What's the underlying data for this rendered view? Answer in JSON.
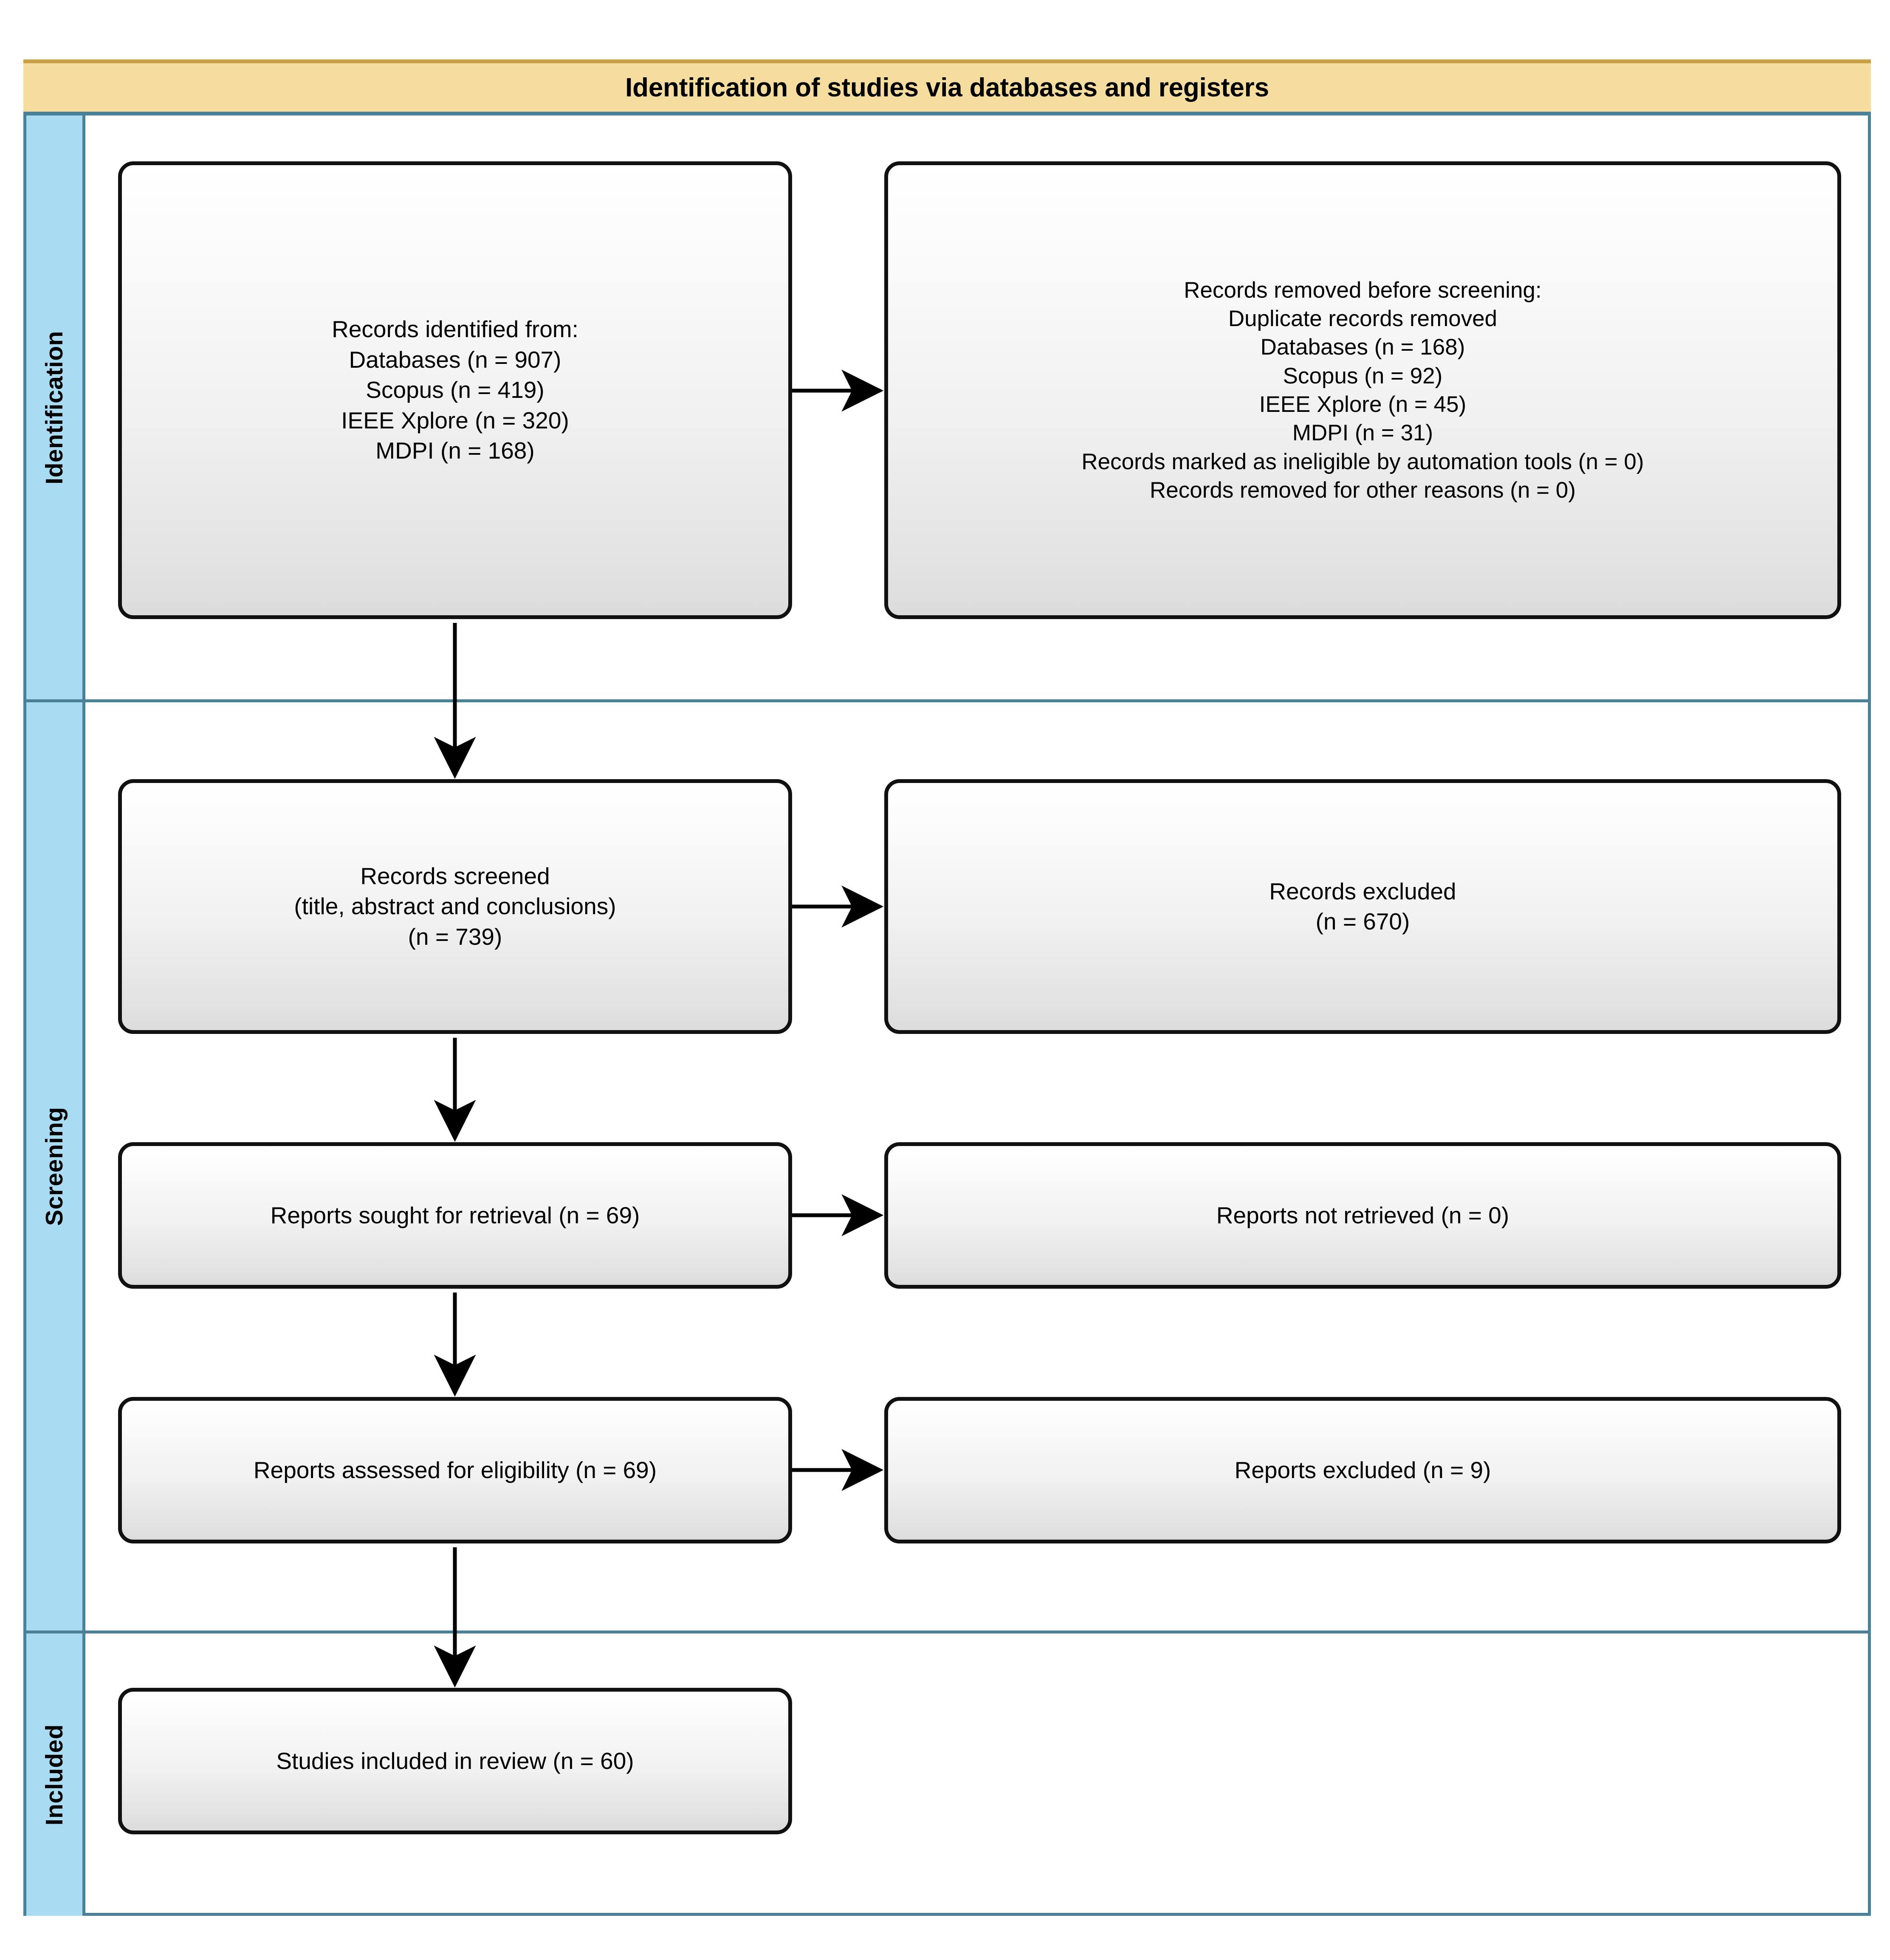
{
  "banner": {
    "title": "Identification of studies via databases and registers"
  },
  "stages": [
    {
      "id": "identification",
      "label": "Identification"
    },
    {
      "id": "screening",
      "label": "Screening"
    },
    {
      "id": "included",
      "label": "Included"
    }
  ],
  "colors": {
    "banner_fill": "#f5dd9f",
    "banner_top_border": "#c8a147",
    "frame_border": "#4a8098",
    "stage_fill": "#a9dcf2",
    "box_border": "#111111",
    "box_fill_top": "#ffffff",
    "box_fill_bottom": "#dcdcdc",
    "arrow": "#000000",
    "text": "#000000"
  },
  "boxes": {
    "identified": {
      "name": "Records identified from",
      "lines": [
        "Records identified from:",
        "Databases (n = 907)",
        "Scopus (n = 419)",
        "IEEE Xplore (n = 320)",
        "MDPI (n = 168)"
      ]
    },
    "removed": {
      "name": "Records removed before screening",
      "lines": [
        "Records removed before screening:",
        "Duplicate records removed",
        "Databases (n = 168)",
        "Scopus (n = 92)",
        "IEEE Xplore (n = 45)",
        "MDPI (n = 31)",
        "Records marked as ineligible by automation tools (n = 0)",
        "Records removed for other reasons (n = 0)"
      ]
    },
    "screened": {
      "name": "Records screened",
      "lines": [
        "Records screened",
        "(title, abstract and conclusions)",
        "(n = 739)"
      ]
    },
    "records_excluded": {
      "name": "Records excluded",
      "lines": [
        "Records excluded",
        "(n = 670)"
      ]
    },
    "sought": {
      "name": "Reports sought for retrieval",
      "lines": [
        "Reports sought for retrieval (n = 69)"
      ]
    },
    "not_retrieved": {
      "name": "Reports not retrieved",
      "lines": [
        "Reports not retrieved (n = 0)"
      ]
    },
    "assessed": {
      "name": "Reports assessed for eligibility",
      "lines": [
        "Reports assessed for eligibility (n = 69)"
      ]
    },
    "reports_excluded": {
      "name": "Reports excluded",
      "lines": [
        "Reports excluded (n = 9)"
      ]
    },
    "included": {
      "name": "Studies included in review",
      "lines": [
        "Studies included in review (n = 60)"
      ]
    }
  },
  "flow_counts": {
    "databases_total": 907,
    "scopus": 419,
    "ieee_xplore": 320,
    "mdpi": 168,
    "duplicates_databases": 168,
    "duplicates_scopus": 92,
    "duplicates_ieee_xplore": 45,
    "duplicates_mdpi": 31,
    "ineligible_by_automation": 0,
    "removed_other_reasons": 0,
    "records_screened": 739,
    "records_excluded": 670,
    "reports_sought": 69,
    "reports_not_retrieved": 0,
    "reports_assessed": 69,
    "reports_excluded": 9,
    "studies_included": 60
  }
}
